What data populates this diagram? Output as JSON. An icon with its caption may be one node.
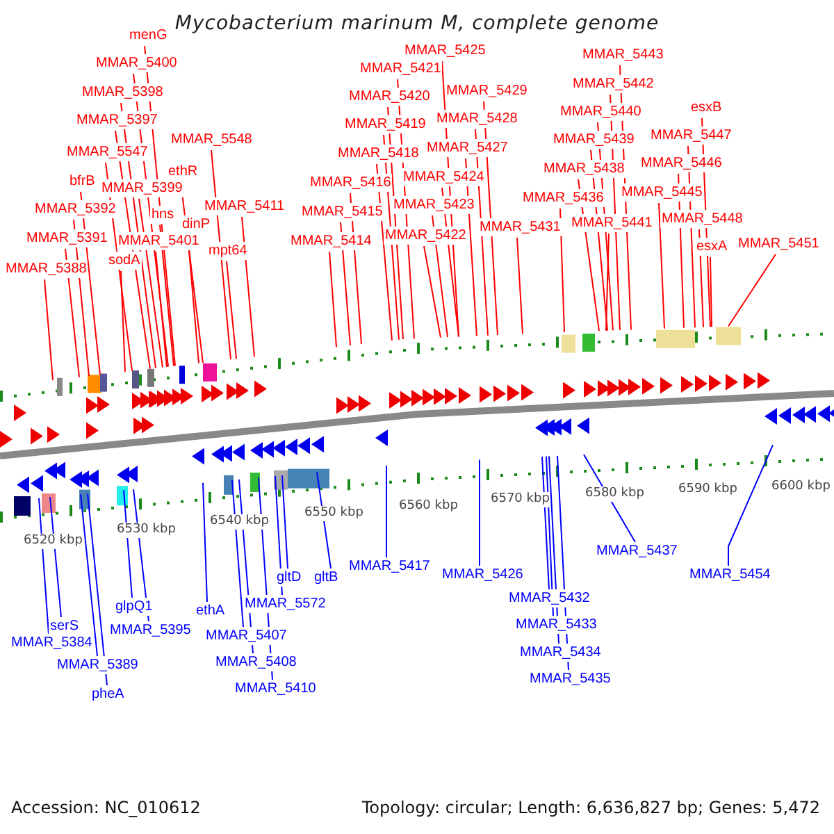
{
  "diagram": {
    "title": "Mycobacterium marinum M, complete genome",
    "nodes": [
      {
        "text": [
          "menG"
        ]
      },
      {
        "text": [
          "MMAR_5400"
        ]
      },
      {
        "text": [
          "MMAR_5398"
        ]
      },
      {
        "text": [
          "MMAR_5397"
        ]
      },
      {
        "text": [
          "MMAR_5548"
        ]
      },
      {
        "text": [
          "MMAR_5547"
        ]
      },
      {
        "text": [
          "ethR"
        ]
      },
      {
        "text": [
          "bfrB"
        ]
      },
      {
        "text": [
          "MMAR_5399"
        ]
      },
      {
        "text": [
          "MMAR_5411"
        ]
      },
      {
        "text": [
          "MMAR_5392"
        ]
      },
      {
        "text": [
          "hns"
        ]
      },
      {
        "text": [
          "dinP"
        ]
      },
      {
        "text": [
          "MMAR_5391"
        ]
      },
      {
        "text": [
          "MMAR_5401"
        ]
      },
      {
        "text": [
          "mpt64"
        ]
      },
      {
        "text": [
          "sodA"
        ]
      },
      {
        "text": [
          "MMAR_5388"
        ]
      },
      {
        "text": [
          "MMAR_5425"
        ]
      },
      {
        "text": [
          "MMAR_5421"
        ]
      },
      {
        "text": [
          "MMAR_5429"
        ]
      },
      {
        "text": [
          "MMAR_5420"
        ]
      },
      {
        "text": [
          "MMAR_5428"
        ]
      },
      {
        "text": [
          "MMAR_5419"
        ]
      },
      {
        "text": [
          "MMAR_5427"
        ]
      },
      {
        "text": [
          "MMAR_5418"
        ]
      },
      {
        "text": [
          "MMAR_5424"
        ]
      },
      {
        "text": [
          "MMAR_5416"
        ]
      },
      {
        "text": [
          "MMAR_5423"
        ]
      },
      {
        "text": [
          "MMAR_5415"
        ]
      },
      {
        "text": [
          "MMAR_5431"
        ]
      },
      {
        "text": [
          "MMAR_5422"
        ]
      },
      {
        "text": [
          "MMAR_5414"
        ]
      },
      {
        "text": [
          "MMAR_5443"
        ]
      },
      {
        "text": [
          "MMAR_5442"
        ]
      },
      {
        "text": [
          "esxB"
        ]
      },
      {
        "text": [
          "MMAR_5440"
        ]
      },
      {
        "text": [
          "MMAR_5447"
        ]
      },
      {
        "text": [
          "MMAR_5439"
        ]
      },
      {
        "text": [
          "MMAR_5446"
        ]
      },
      {
        "text": [
          "MMAR_5438"
        ]
      },
      {
        "text": [
          "MMAR_5445"
        ]
      },
      {
        "text": [
          "MMAR_5436"
        ]
      },
      {
        "text": [
          "MMAR_5441"
        ]
      },
      {
        "text": [
          "MMAR_5448"
        ]
      },
      {
        "text": [
          "esxA"
        ]
      },
      {
        "text": [
          "MMAR_5451"
        ]
      },
      {
        "text": [
          "MMAR_5437"
        ]
      },
      {
        "text": [
          "MMAR_5417"
        ]
      },
      {
        "text": [
          "MMAR_5426"
        ]
      },
      {
        "text": [
          "MMAR_5454"
        ]
      },
      {
        "text": [
          "gltD"
        ]
      },
      {
        "text": [
          "gltB"
        ]
      },
      {
        "text": [
          "MMAR_5432"
        ]
      },
      {
        "text": [
          "MMAR_5572"
        ]
      },
      {
        "text": [
          "glpQ1"
        ]
      },
      {
        "text": [
          "ethA"
        ]
      },
      {
        "text": [
          "MMAR_5433"
        ]
      },
      {
        "text": [
          "serS"
        ]
      },
      {
        "text": [
          "MMAR_5395"
        ]
      },
      {
        "text": [
          "MMAR_5407"
        ]
      },
      {
        "text": [
          "MMAR_5384"
        ]
      },
      {
        "text": [
          "MMAR_5434"
        ]
      },
      {
        "text": [
          "MMAR_5408"
        ]
      },
      {
        "text": [
          "MMAR_5389"
        ]
      },
      {
        "text": [
          "MMAR_5435"
        ]
      },
      {
        "text": [
          "MMAR_5410"
        ]
      },
      {
        "text": [
          "pheA"
        ]
      }
    ],
    "edges": [
      {
        "from": 0,
        "to": null,
        "arrow": "none"
      },
      {
        "from": 1,
        "to": null,
        "arrow": "none"
      },
      {
        "from": 2,
        "to": null,
        "arrow": "none"
      },
      {
        "from": 3,
        "to": null,
        "arrow": "none"
      },
      {
        "from": 4,
        "to": null,
        "arrow": "none"
      },
      {
        "from": 5,
        "to": null,
        "arrow": "none"
      },
      {
        "from": 6,
        "to": null,
        "arrow": "none"
      },
      {
        "from": 7,
        "to": null,
        "arrow": "none"
      },
      {
        "from": 8,
        "to": null,
        "arrow": "none"
      },
      {
        "from": 9,
        "to": null,
        "arrow": "none"
      },
      {
        "from": 10,
        "to": null,
        "arrow": "none"
      },
      {
        "from": 11,
        "to": null,
        "arrow": "none"
      },
      {
        "from": 12,
        "to": null,
        "arrow": "none"
      },
      {
        "from": 13,
        "to": null,
        "arrow": "none"
      },
      {
        "from": 14,
        "to": null,
        "arrow": "none"
      },
      {
        "from": 15,
        "to": null,
        "arrow": "none"
      },
      {
        "from": 16,
        "to": null,
        "arrow": "none"
      },
      {
        "from": 17,
        "to": null,
        "arrow": "none"
      },
      {
        "from": 18,
        "to": null,
        "arrow": "none"
      },
      {
        "from": 19,
        "to": null,
        "arrow": "none"
      },
      {
        "from": 20,
        "to": null,
        "arrow": "none"
      },
      {
        "from": 21,
        "to": null,
        "arrow": "none"
      },
      {
        "from": 22,
        "to": null,
        "arrow": "none"
      },
      {
        "from": 23,
        "to": null,
        "arrow": "none"
      },
      {
        "from": 24,
        "to": null,
        "arrow": "none"
      },
      {
        "from": 25,
        "to": null,
        "arrow": "none"
      },
      {
        "from": 26,
        "to": null,
        "arrow": "none"
      },
      {
        "from": 27,
        "to": null,
        "arrow": "none"
      },
      {
        "from": 28,
        "to": null,
        "arrow": "none"
      },
      {
        "from": 29,
        "to": null,
        "arrow": "none"
      },
      {
        "from": 30,
        "to": null,
        "arrow": "none"
      },
      {
        "from": 31,
        "to": null,
        "arrow": "none"
      },
      {
        "from": 32,
        "to": null,
        "arrow": "none"
      },
      {
        "from": 33,
        "to": null,
        "arrow": "none"
      },
      {
        "from": 34,
        "to": null,
        "arrow": "none"
      },
      {
        "from": 35,
        "to": null,
        "arrow": "none"
      },
      {
        "from": 36,
        "to": null,
        "arrow": "none"
      },
      {
        "from": 37,
        "to": null,
        "arrow": "none"
      },
      {
        "from": 38,
        "to": null,
        "arrow": "none"
      },
      {
        "from": 39,
        "to": null,
        "arrow": "none"
      },
      {
        "from": 40,
        "to": null,
        "arrow": "none"
      },
      {
        "from": 41,
        "to": null,
        "arrow": "none"
      },
      {
        "from": 42,
        "to": null,
        "arrow": "none"
      },
      {
        "from": 43,
        "to": null,
        "arrow": "none"
      },
      {
        "from": 44,
        "to": null,
        "arrow": "none"
      },
      {
        "from": 45,
        "to": null,
        "arrow": "none"
      },
      {
        "from": 46,
        "to": null,
        "arrow": "none"
      },
      {
        "from": 47,
        "to": null,
        "arrow": "none",
        "color": "#0000ff"
      },
      {
        "from": 48,
        "to": null,
        "arrow": "none",
        "color": "#0000ff"
      },
      {
        "from": 49,
        "to": null,
        "arrow": "none",
        "color": "#0000ff"
      },
      {
        "from": 50,
        "to": null,
        "arrow": "none",
        "color": "#0000ff"
      },
      {
        "from": 51,
        "to": null,
        "arrow": "none",
        "color": "#0000ff"
      },
      {
        "from": 52,
        "to": null,
        "arrow": "none",
        "color": "#0000ff"
      },
      {
        "from": 53,
        "to": null,
        "arrow": "none",
        "color": "#0000ff"
      },
      {
        "from": 54,
        "to": null,
        "arrow": "none",
        "color": "#0000ff"
      },
      {
        "from": 55,
        "to": null,
        "arrow": "none",
        "color": "#0000ff"
      },
      {
        "from": 56,
        "to": null,
        "arrow": "none",
        "color": "#0000ff"
      },
      {
        "from": 57,
        "to": null,
        "arrow": "none",
        "color": "#0000ff"
      },
      {
        "from": 58,
        "to": null,
        "arrow": "none",
        "color": "#0000ff"
      },
      {
        "from": 59,
        "to": null,
        "arrow": "none",
        "color": "#0000ff"
      },
      {
        "from": 60,
        "to": null,
        "arrow": "none",
        "color": "#0000ff"
      },
      {
        "from": 61,
        "to": null,
        "arrow": "none",
        "color": "#0000ff"
      },
      {
        "from": 62,
        "to": null,
        "arrow": "none",
        "color": "#0000ff"
      },
      {
        "from": 63,
        "to": null,
        "arrow": "none",
        "color": "#0000ff"
      },
      {
        "from": 64,
        "to": null,
        "arrow": "none",
        "color": "#0000ff"
      },
      {
        "from": 65,
        "to": null,
        "arrow": "none",
        "color": "#0000ff"
      },
      {
        "from": 66,
        "to": null,
        "arrow": "none",
        "color": "#0000ff"
      },
      {
        "from": 67,
        "to": null,
        "arrow": "none",
        "color": "#0000ff"
      }
    ],
    "labels": [
      "6520 kbp",
      "6530 kbp",
      "6540 kbp",
      "6550 kbp",
      "6560 kbp",
      "6570 kbp",
      "6580 kbp",
      "6590 kbp",
      "6600 kbp",
      "Accession: NC_010612",
      "Topology: circular; Length: 6,636,827 bp; Genes: 5,472"
    ]
  }
}
